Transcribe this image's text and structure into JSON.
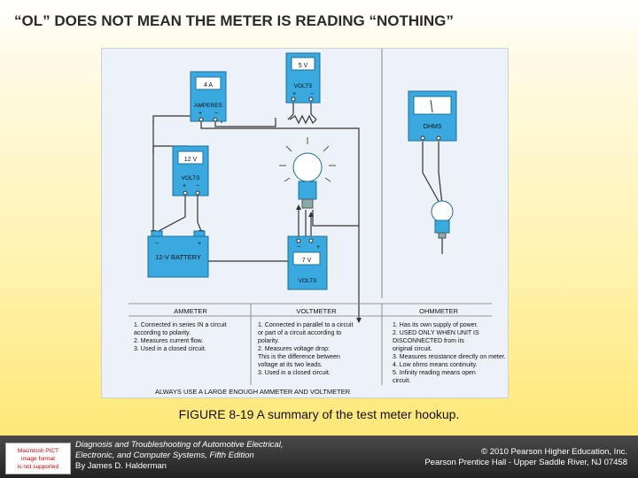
{
  "slide": {
    "title": "“OL” DOES NOT MEAN THE METER IS READING “NOTHING”",
    "caption_figure": "FIGURE 8-19",
    "caption_text": " A summary of the test meter hookup."
  },
  "diagram": {
    "meters": {
      "ammeter": {
        "reading": "4 A",
        "label": "AMPERES",
        "plus": "+",
        "minus": "−"
      },
      "top_voltmeter": {
        "reading": "5 V",
        "label": "VOLTS",
        "plus": "+",
        "minus": "−"
      },
      "left_voltmeter": {
        "reading": "12 V",
        "label": "VOLTS",
        "plus": "+",
        "minus": "−"
      },
      "bottom_voltmeter": {
        "reading": "7 V",
        "label": "VOLTS",
        "plus": "+",
        "minus": "−"
      },
      "ohmmeter": {
        "label": "OHMS"
      }
    },
    "battery_label": "12-V BATTERY",
    "battery_plus": "+",
    "battery_minus": "−",
    "headers": {
      "ammeter": "AMMETER",
      "voltmeter": "VOLTMETER",
      "ohmmeter": "OHMMETER"
    },
    "ammeter_notes": [
      "1.  Connected in series IN a circuit",
      "     according to polarity.",
      "2.  Measures current flow.",
      "3.  Used in a closed circuit."
    ],
    "voltmeter_notes": [
      "1.  Connected in parallel to a circuit",
      "     or part of a circuit according to",
      "     polarity.",
      "2.  Measures voltage drop:",
      "     This is the difference between",
      "     voltage at its two leads.",
      "3.  Used in a closed circuit."
    ],
    "ohmmeter_notes": [
      "1.  Has its own supply of power.",
      "2.  USED ONLY WHEN UNIT IS",
      "     DISCONNECTED from its",
      "     original circuit.",
      "3.  Measures resistance directly on meter.",
      "4.  Low ohms means continuity.",
      "5.  Infinity reading means open",
      "     circuit."
    ],
    "footer_note": "ALWAYS USE A LARGE ENOUGH AMMETER AND VOLTMETER"
  },
  "footer": {
    "logo_lines": [
      "Macintosh PICT",
      "image format",
      "is not supported"
    ],
    "book_line1": "Diagnosis and Troubleshooting of Automotive Electrical,",
    "book_line2": "Electronic, and Computer Systems, Fifth Edition",
    "book_author": "By James D. Halderman",
    "copyright_line1": "© 2010 Pearson Higher Education, Inc.",
    "copyright_line2": "Pearson Prentice Hall - Upper Saddle River, NJ 07458"
  },
  "colors": {
    "meter_fill": "#3aa9e0",
    "meter_face": "#ffffff",
    "battery_fill": "#3aa9e0",
    "background": "#ecf2f8"
  }
}
